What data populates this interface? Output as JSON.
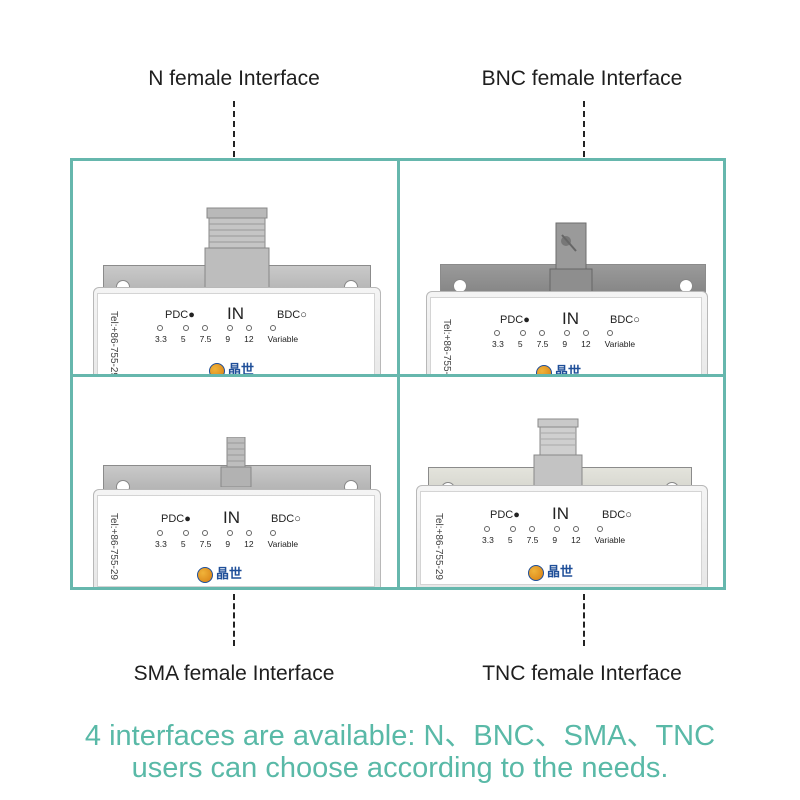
{
  "labels": {
    "n": "N female Interface",
    "bnc": "BNC female Interface",
    "sma": "SMA female Interface",
    "tnc": "TNC female Interface"
  },
  "panel": {
    "pdc": "PDC●",
    "in": "IN",
    "bdc": "BDC○",
    "volts": [
      "3.3",
      "5",
      "7.5",
      "9",
      "12",
      "Variable"
    ],
    "tel": "Tel:+86-755-29",
    "brand": "晶世"
  },
  "caption": {
    "line1": "4 interfaces are available: N、BNC、SMA、TNC",
    "line2": "users can choose according to the needs."
  },
  "colors": {
    "accent": "#66b7ad",
    "caption": "#59b9a7"
  }
}
